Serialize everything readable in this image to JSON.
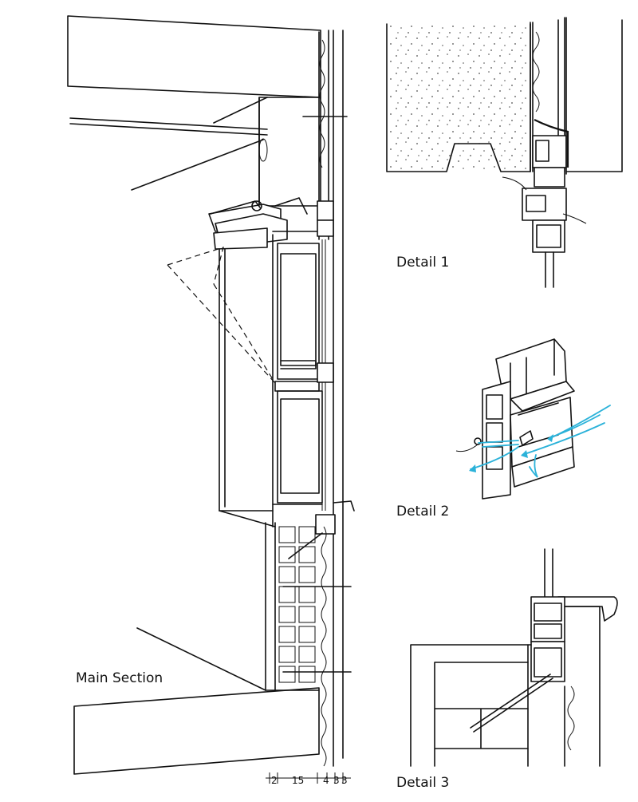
{
  "labels": {
    "main": "Main Section",
    "detail1": "Detail 1",
    "detail2": "Detail 2",
    "detail3": "Detail 3"
  },
  "dimensions": [
    "2",
    "15",
    "4",
    "3",
    "3"
  ],
  "colors": {
    "line": "#111111",
    "airflow": "#2bb2d9",
    "background": "#ffffff"
  }
}
